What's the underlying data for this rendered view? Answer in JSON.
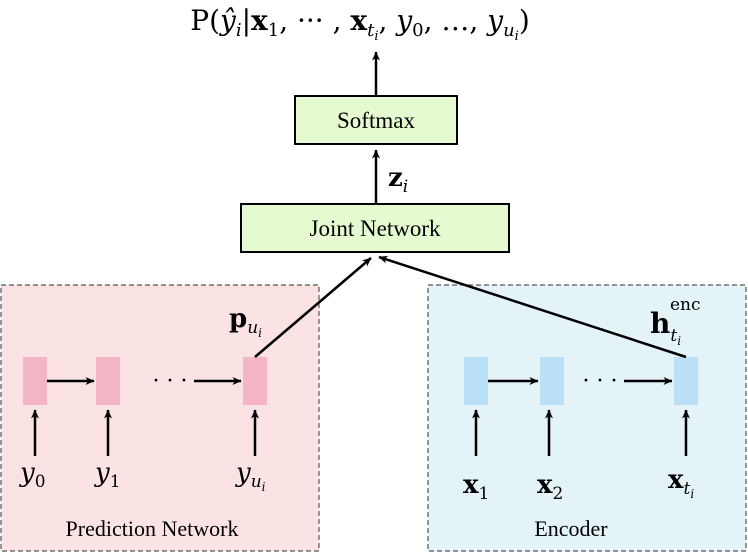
{
  "colors": {
    "box_fill": "#e5fad0",
    "box_stroke": "#000000",
    "prediction_panel_fill": "#fbe3e3",
    "prediction_cell_fill": "#f4b6c6",
    "encoder_panel_fill": "#e4f3f8",
    "encoder_cell_fill": "#b9e0f6",
    "panel_stroke": "#555555"
  },
  "output": {
    "prob": "P",
    "yhat": "ŷ",
    "sub_i": "i",
    "x": "x",
    "one": "1",
    "cdots": "···",
    "t": "t",
    "y": "y",
    "zero": "0",
    "ldots": "…",
    "u": "u"
  },
  "softmax": {
    "label": "Softmax"
  },
  "z_label": {
    "z": "z",
    "sub": "i"
  },
  "joint": {
    "label": "Joint Network"
  },
  "prediction": {
    "label": "Prediction Network",
    "p_label": {
      "p": "p",
      "u": "u",
      "i": "i"
    },
    "dots": "· · ·",
    "inputs": {
      "y": "y",
      "sub0": "0",
      "sub1": "1",
      "u": "u",
      "i": "i"
    }
  },
  "encoder": {
    "label": "Encoder",
    "h_label": {
      "h": "h",
      "sup": "enc",
      "t": "t",
      "i": "i"
    },
    "dots": "· · ·",
    "inputs": {
      "x": "x",
      "sub1": "1",
      "sub2": "2",
      "t": "t",
      "i": "i"
    }
  }
}
